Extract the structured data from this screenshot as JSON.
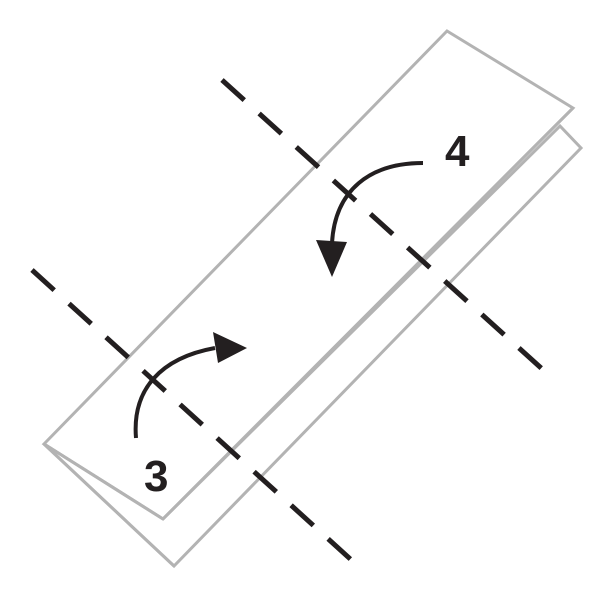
{
  "steps": [
    {
      "number": "3",
      "fold_direction": "up"
    },
    {
      "number": "4",
      "fold_direction": "down"
    }
  ],
  "colors": {
    "paper_outline": "#b3b3b3",
    "paper_fill": "#ffffff",
    "fold_line": "#231f20",
    "arrow": "#231f20",
    "label": "#231f20"
  },
  "icons": {
    "fold_arrow": "curved-arrow-icon"
  }
}
